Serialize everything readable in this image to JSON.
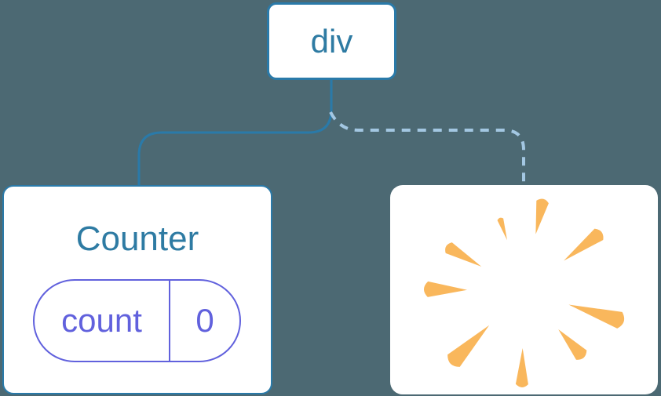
{
  "tree": {
    "root": {
      "label": "div"
    },
    "counter": {
      "title": "Counter",
      "state_key": "count",
      "state_value": "0"
    },
    "removed": {
      "icon": "poof-burst-icon"
    }
  },
  "colors": {
    "background": "#4C6973",
    "accent": "#2A7AA9",
    "node_text": "#2E7BA3",
    "dashed_edge": "#A3C7E2",
    "state_purple": "#6161DD",
    "spark_orange": "#F9B75C",
    "node_background": "#FFFFFF"
  }
}
